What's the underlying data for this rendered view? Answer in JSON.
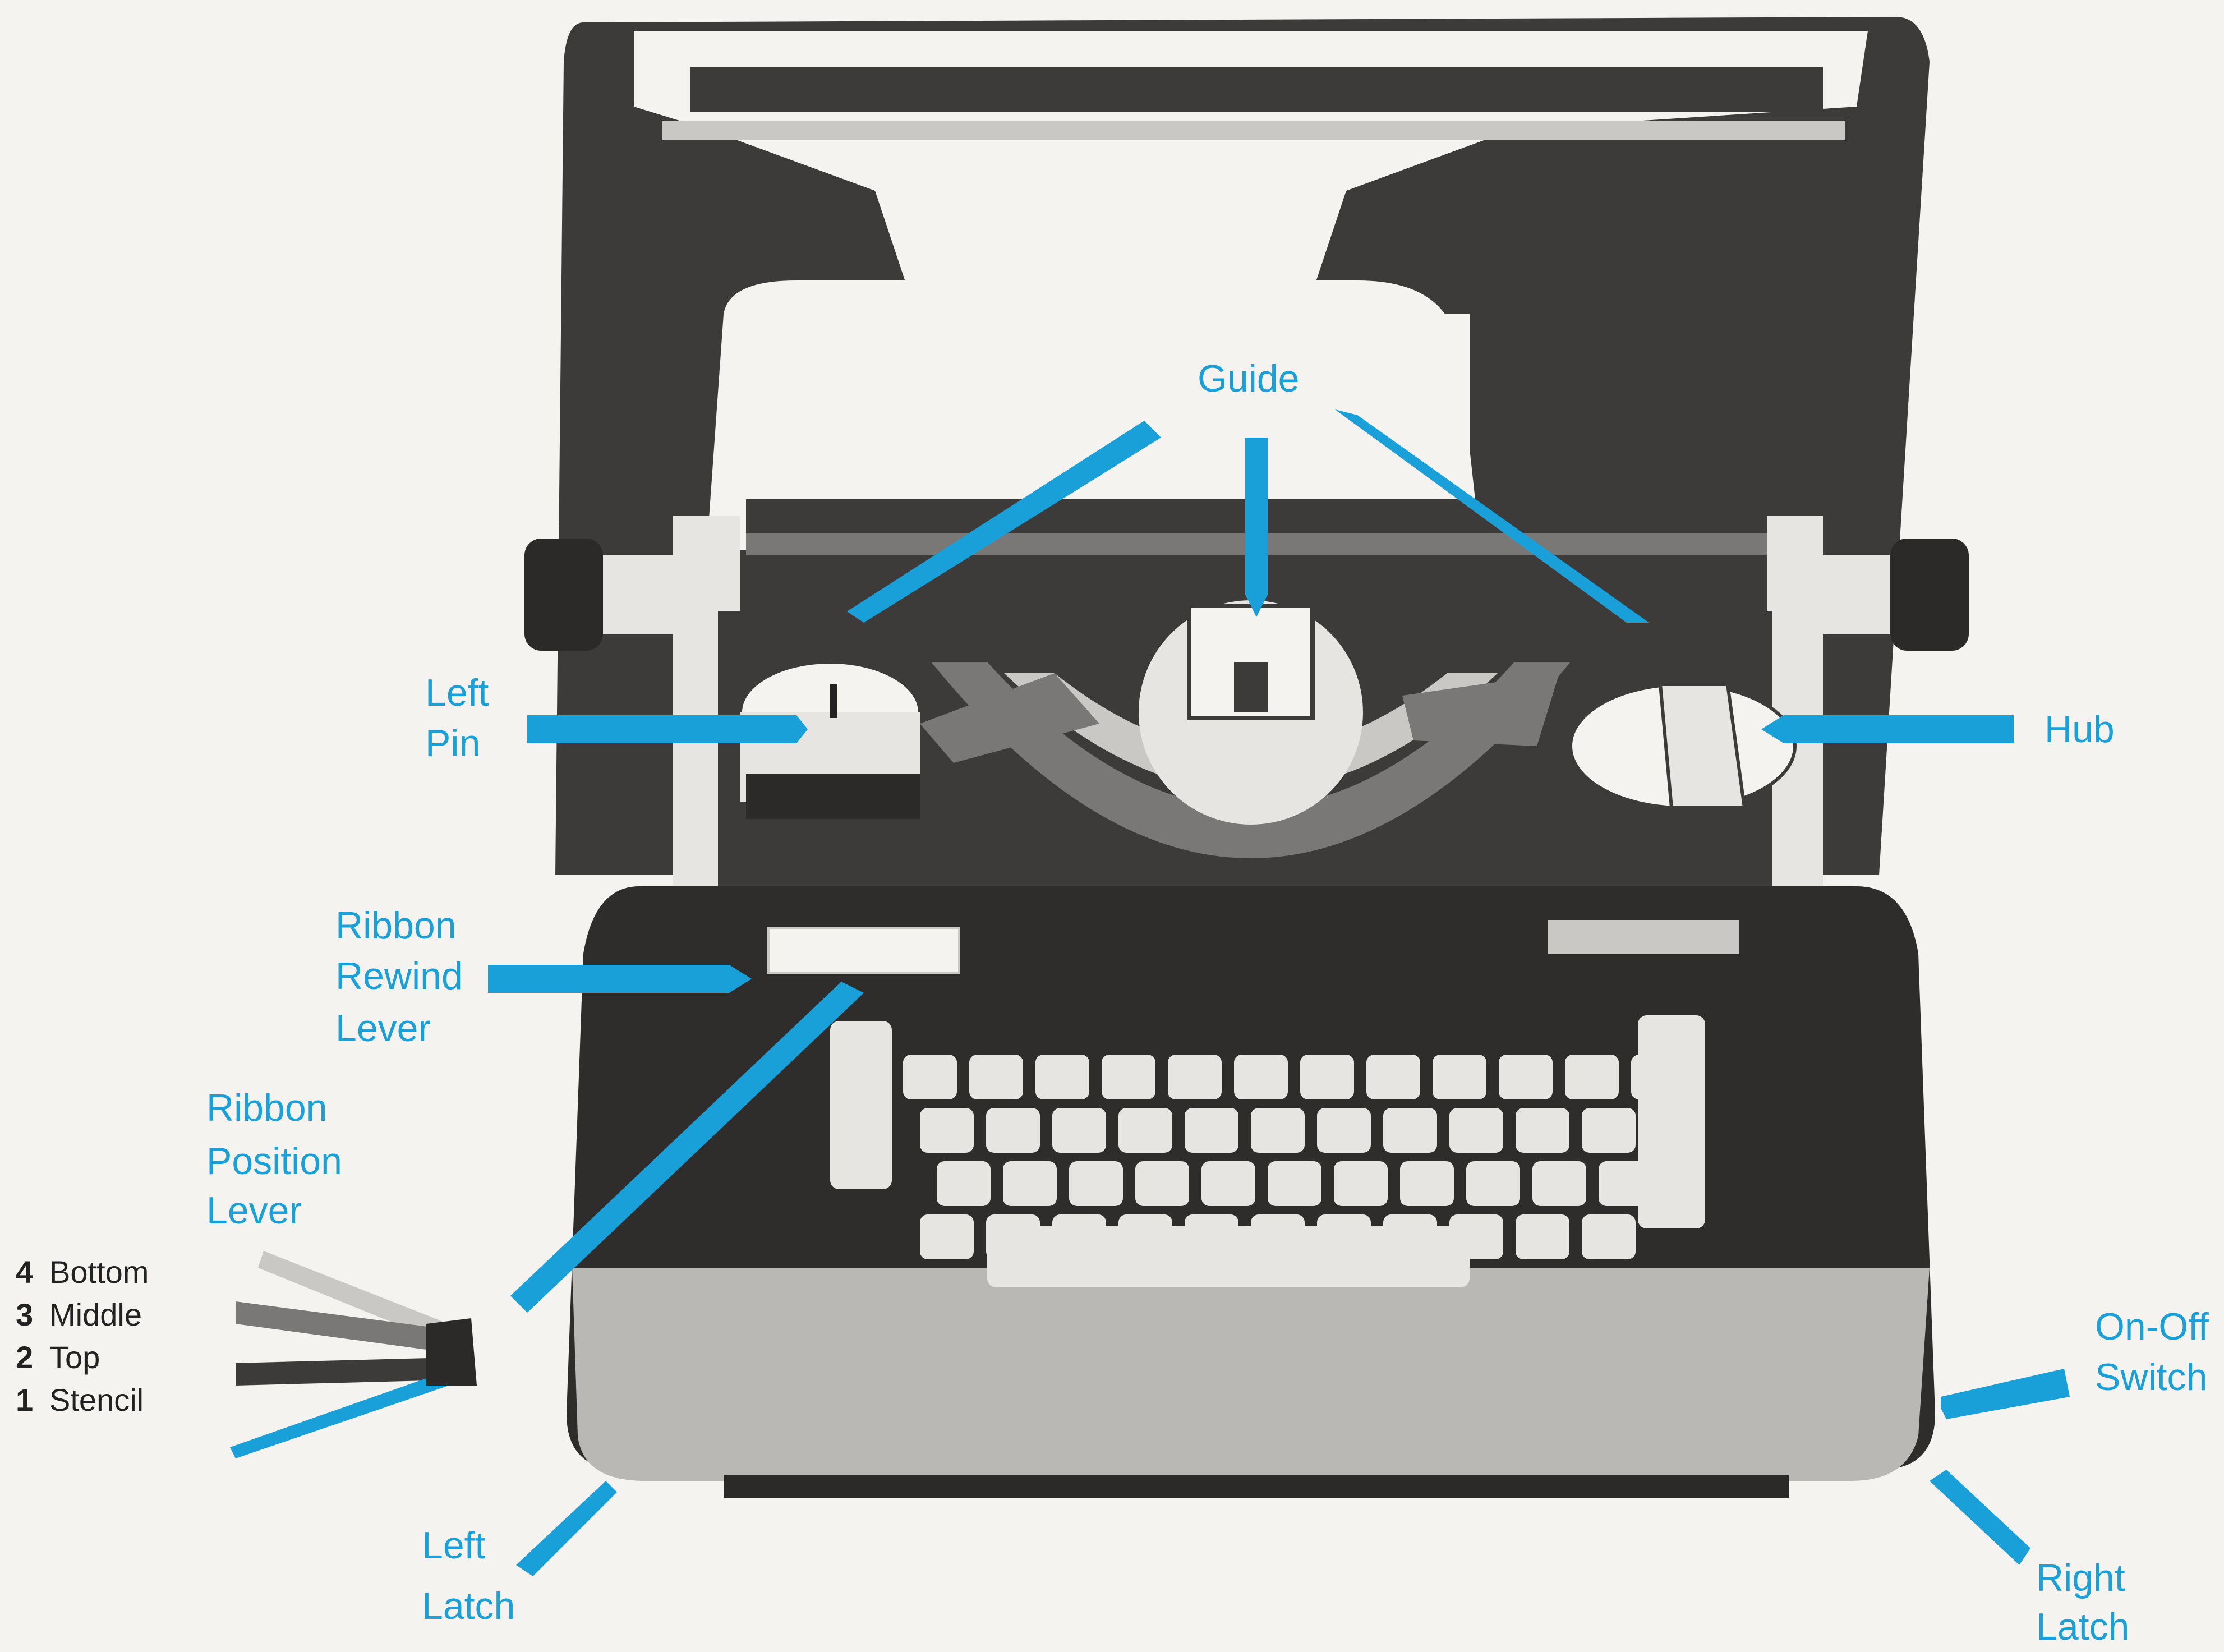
{
  "colors": {
    "callout": "#1aa0d8",
    "body_dark": "#3d3b3a",
    "body_mid": "#7a7876",
    "body_light": "#c9c8c5",
    "paper": "#f4f3f0"
  },
  "labels": {
    "guide": "Guide",
    "left_pin_1": "Left",
    "left_pin_2": "Pin",
    "hub": "Hub",
    "ribbon_rewind_1": "Ribbon",
    "ribbon_rewind_2": "Rewind",
    "ribbon_rewind_3": "Lever",
    "ribbon_position_1": "Ribbon",
    "ribbon_position_2": "Position",
    "ribbon_position_3": "Lever",
    "on_off_1": "On-Off",
    "on_off_2": "Switch",
    "left_latch_1": "Left",
    "left_latch_2": "Latch",
    "right_latch_1": "Right",
    "right_latch_2": "Latch"
  },
  "positions": [
    {
      "num": "4",
      "name": "Bottom"
    },
    {
      "num": "3",
      "name": "Middle"
    },
    {
      "num": "2",
      "name": "Top"
    },
    {
      "num": "1",
      "name": "Stencil"
    }
  ]
}
